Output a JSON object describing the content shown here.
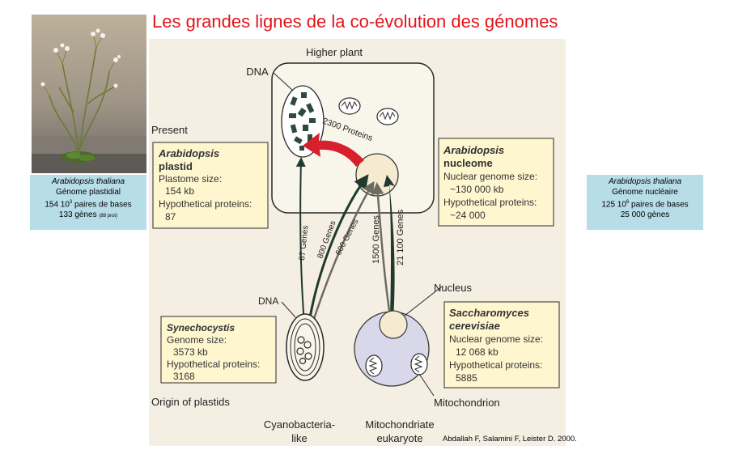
{
  "title": "Les grandes lignes de la co-évolution des génomes",
  "photo": {
    "icon": "arabidopsis-plant-photo"
  },
  "caption_left": {
    "species": "Arabidopsis thaliana",
    "genome": "Génome plastidial",
    "size_number": "154 10",
    "size_exp": "3",
    "size_unit": " paires de bases",
    "genes": "133 gènes",
    "genes_note": "(88 prot)"
  },
  "caption_right": {
    "species": "Arabidopsis thaliana",
    "genome": "Génome nucléaire",
    "size_number": "125 10",
    "size_exp": "6",
    "size_unit": " paires de bases",
    "genes": "25 000 gènes"
  },
  "figure": {
    "higher_plant": "Higher plant",
    "dna_top": "DNA",
    "present": "Present",
    "transfer_proteins": "2300 Proteins",
    "plastid_box": {
      "title_line1": "Arabidopsis",
      "title_line2": "plastid",
      "line1": "Plastome size:",
      "line2": "154 kb",
      "line3": "Hypothetical proteins:",
      "line4": "87"
    },
    "nucleome_box": {
      "title_line1": "Arabidopsis",
      "title_line2": "nucleome",
      "line1": "Nuclear genome size:",
      "line2": "~130 000 kb",
      "line3": "Hypothetical proteins:",
      "line4": "~24 000"
    },
    "synechocystis_box": {
      "title": "Synechocystis",
      "line1": "Genome size:",
      "line2": "3573 kb",
      "line3": "Hypothetical proteins:",
      "line4": "3168"
    },
    "saccharomyces_box": {
      "title_line1": "Saccharomyces",
      "title_line2": "cerevisiae",
      "line1": "Nuclear genome size:",
      "line2": "12 068 kb",
      "line3": "Hypothetical proteins:",
      "line4": "5885"
    },
    "genes_87": "87 Genes",
    "genes_800": "800 Genes",
    "genes_600": "600 Genes",
    "genes_1500": "1500 Genes",
    "genes_21100": "21 100 Genes",
    "nucleus": "Nucleus",
    "dna_bottom": "DNA",
    "origin": "Origin of plastids",
    "mitochondrion": "Mitochondrion",
    "cyano_line1": "Cyanobacteria-",
    "cyano_line2": "like",
    "mito_line1": "Mitochondriate",
    "mito_line2": "eukaryote"
  },
  "citation": "Abdallah F, Salamini F, Leister D. 2000.",
  "colors": {
    "title": "#e3141b",
    "caption_bg": "#b7dde8",
    "figure_bg": "#f5eee2",
    "info_box_bg": "#fdf6cf",
    "cell_fill": "#f8f5ea",
    "eukaryote_fill": "#d9d7ea",
    "arrow_red": "#d81f2e",
    "arrow_dark": "#203a2e",
    "arrow_gray": "#6c6b64"
  }
}
